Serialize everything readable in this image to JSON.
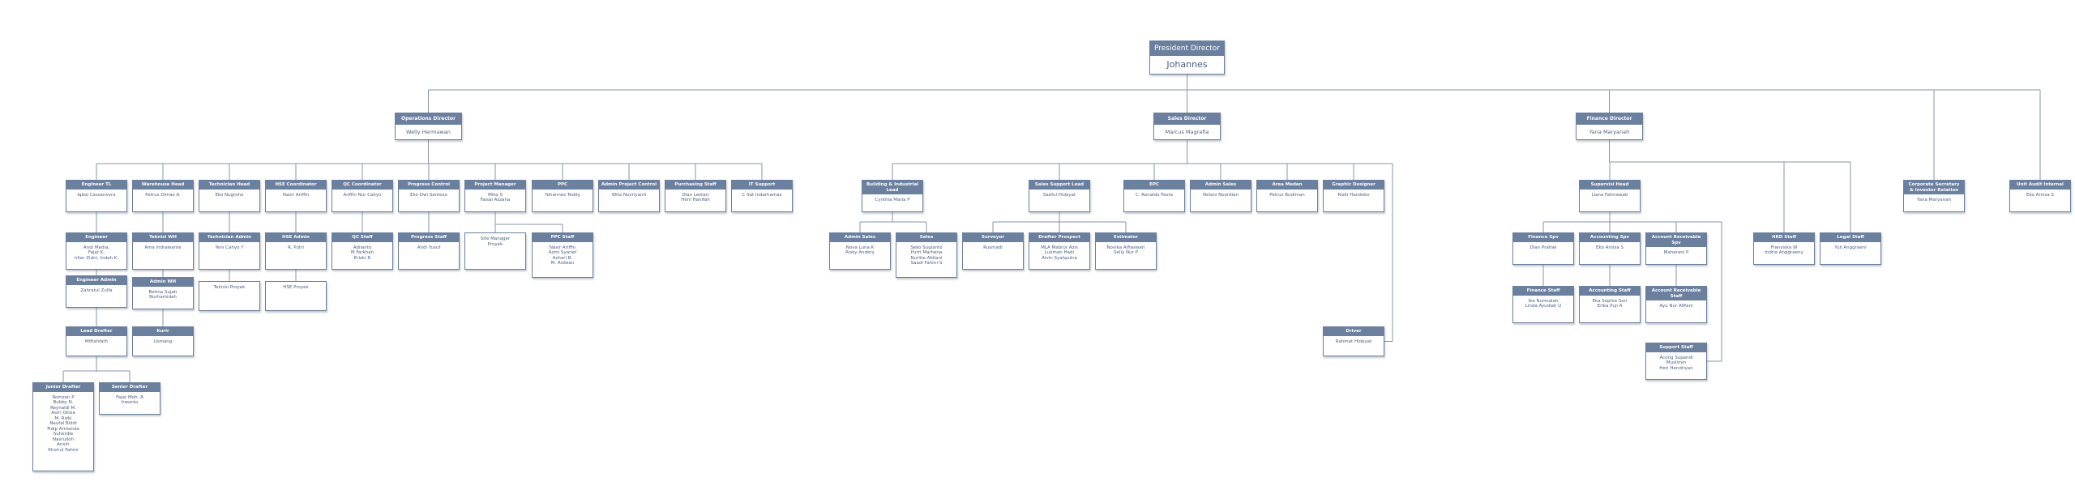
{
  "org": {
    "nodes": [
      {
        "id": "president",
        "role": "President Director",
        "person": "Johannes"
      },
      {
        "id": "ops_dir",
        "role": "Operations Director",
        "person": "Welly Hermawan"
      },
      {
        "id": "sales_dir",
        "role": "Sales Director",
        "person": "Marcus Magrafia"
      },
      {
        "id": "fin_dir",
        "role": "Finance Director",
        "person": "Yana Maryanah"
      },
      {
        "id": "corp_sec",
        "role": "Corporate Secretary\n& Investor Relation",
        "person": "Yana Maryanah"
      },
      {
        "id": "audit",
        "role": "Unit Audit Internal",
        "person": "Eko Arnisa S"
      },
      {
        "id": "eng_tl",
        "role": "Engineer TL",
        "person": "Iqbal Cassanovra"
      },
      {
        "id": "wh_head",
        "role": "Warehouse Head",
        "person": "Petrus Dimas A."
      },
      {
        "id": "tech_head",
        "role": "Technician Head",
        "person": "Eko Nugroho"
      },
      {
        "id": "hse_coord",
        "role": "HSE Coordinator",
        "person": "Nasir Ariffin"
      },
      {
        "id": "qc_coord",
        "role": "QC Coordinator",
        "person": "Ariffin Nur Cahyo"
      },
      {
        "id": "prog_ctrl",
        "role": "Progress Control",
        "person": "Eko Dwi Santoso"
      },
      {
        "id": "proj_mgr",
        "role": "Project Manager",
        "person": "Miko S\nFaisal Azzaha"
      },
      {
        "id": "ppc",
        "role": "PPC",
        "person": "Yohannes Teddy"
      },
      {
        "id": "admin_pc",
        "role": "Admin Project Control",
        "person": "Wita Novriyanti"
      },
      {
        "id": "purch_staff",
        "role": "Purchasing Staff",
        "person": "Dian Lestari\nHeni Hanifah"
      },
      {
        "id": "it_support",
        "role": "IT Support",
        "person": "C Sat Indarhamas"
      },
      {
        "id": "engineer",
        "role": "Engineer",
        "person": "Andi Media,\nFajar K,\nIrfan Zidni, Indah K."
      },
      {
        "id": "eng_admin",
        "role": "Engineer Admin",
        "person": "Zahratul Zulfa"
      },
      {
        "id": "lead_drafter",
        "role": "Lead Drafter",
        "person": "Miftahfath"
      },
      {
        "id": "junior_drafter",
        "role": "Junior Drafter",
        "person": "Romzan P\nBubby N.\nReynaldi M.\nAstri Oksia\nM. Rizki\nNaufal Biddi\nFidip Armanda\nSuherdie\nNasrulloh\nAnsiri\nKhoirul Fahmi"
      },
      {
        "id": "senior_drafter",
        "role": "Senior Drafter",
        "person": "Fajar Moh. A\nIrwanto"
      },
      {
        "id": "teknisi_wh",
        "role": "Teknisi WH",
        "person": "Ama Indrawante"
      },
      {
        "id": "admin_wh",
        "role": "Admin WH",
        "person": "Betina Sujati\nNurhamidah"
      },
      {
        "id": "kurir",
        "role": "Kurir",
        "person": "Usmang"
      },
      {
        "id": "tech_admin",
        "role": "Technician Admin",
        "person": "Yeni Cahyo Y"
      },
      {
        "id": "teknisi_proyek",
        "role": "",
        "person": "Teknisi Proyek"
      },
      {
        "id": "hse_admin",
        "role": "HSE Admin",
        "person": "R. Putri"
      },
      {
        "id": "hse_proyek",
        "role": "",
        "person": "HSE Proyek"
      },
      {
        "id": "qc_staff",
        "role": "QC Staff",
        "person": "Adiianto\nM Farkhan\nErizki R"
      },
      {
        "id": "progress_staff",
        "role": "Progress Staff",
        "person": "Andi Yusuf"
      },
      {
        "id": "site_mgr",
        "role": "",
        "person": "Site Manager\nProyek"
      },
      {
        "id": "ppc_staff",
        "role": "PPC Staff",
        "person": "Nasir Ariffin\nAzmi Syarief\nAzhari B.\nM. Ridwan"
      },
      {
        "id": "bldg_lead",
        "role": "Building & Industrial\nLead",
        "person": "Cynthia Maria P"
      },
      {
        "id": "sales_support",
        "role": "Sales Support Lead",
        "person": "Saeful Hidayat"
      },
      {
        "id": "epc",
        "role": "EPC",
        "person": "C. Ronaldo Pasta"
      },
      {
        "id": "admin_sales",
        "role": "Admin Sales",
        "person": "Nelani Noordian"
      },
      {
        "id": "area_medan",
        "role": "Area Medan",
        "person": "Petrus Budiman"
      },
      {
        "id": "graphic",
        "role": "Graphic Designer",
        "person": "Rizki Handoko"
      },
      {
        "id": "admin_sales2",
        "role": "Admin Sales",
        "person": "Nova Luna K\nRisky Andery"
      },
      {
        "id": "sales",
        "role": "Sales",
        "person": "Seko Sugianto\nPutri Marhena\nNurlita Afdiani\nSaadi Fahmi S"
      },
      {
        "id": "surveyor",
        "role": "Surveyor",
        "person": "Rusmadi"
      },
      {
        "id": "drafter_prospect",
        "role": "Drafter Prospect",
        "person": "MLA Mabrur Azis\nLukman Hadi\nAlvin Syahputra"
      },
      {
        "id": "estimator",
        "role": "Estimator",
        "person": "Novika Alfiaswari\nSelly Nur P"
      },
      {
        "id": "driver",
        "role": "Driver",
        "person": "Rahmat Hidayat"
      },
      {
        "id": "supervisi_head",
        "role": "Supervisi Head",
        "person": "Liana Fatmawati"
      },
      {
        "id": "hrd_staff",
        "role": "HRD Staff",
        "person": "Fransiska W\nIndria Anggraeny"
      },
      {
        "id": "legal_staff",
        "role": "Legal Staff",
        "person": "Yuli Anggraeni"
      },
      {
        "id": "fin_spv",
        "role": "Finance Spv",
        "person": "Dian Pratiwi"
      },
      {
        "id": "acct_spv",
        "role": "Accounting Spv",
        "person": "Eko Arnisa S"
      },
      {
        "id": "ar_spv",
        "role": "Account Receivable Spv",
        "person": "Maharani P"
      },
      {
        "id": "fin_staff",
        "role": "Finance Staff",
        "person": "Ika Nurmalah\nLinda Ayudiah U"
      },
      {
        "id": "acct_staff",
        "role": "Accounting Staff",
        "person": "Eka Sophia Sari\nErika Puji A"
      },
      {
        "id": "ar_staff",
        "role": "Account Receivable\nStaff",
        "person": "Ayu Nur Afifani"
      },
      {
        "id": "support_staff",
        "role": "Support Staff",
        "person": "Acong Supandi\nMuslimin\nHeri Hendriyan"
      }
    ],
    "links": [
      [
        "president",
        "ops_dir"
      ],
      [
        "president",
        "sales_dir"
      ],
      [
        "president",
        "fin_dir"
      ],
      [
        "president",
        "corp_sec"
      ],
      [
        "president",
        "audit"
      ],
      [
        "ops_dir",
        "eng_tl"
      ],
      [
        "ops_dir",
        "wh_head"
      ],
      [
        "ops_dir",
        "tech_head"
      ],
      [
        "ops_dir",
        "hse_coord"
      ],
      [
        "ops_dir",
        "qc_coord"
      ],
      [
        "ops_dir",
        "prog_ctrl"
      ],
      [
        "ops_dir",
        "proj_mgr"
      ],
      [
        "ops_dir",
        "ppc"
      ],
      [
        "ops_dir",
        "admin_pc"
      ],
      [
        "ops_dir",
        "purch_staff"
      ],
      [
        "ops_dir",
        "it_support"
      ],
      [
        "eng_tl",
        "engineer"
      ],
      [
        "engineer",
        "eng_admin"
      ],
      [
        "eng_admin",
        "lead_drafter"
      ],
      [
        "lead_drafter",
        "junior_drafter"
      ],
      [
        "lead_drafter",
        "senior_drafter"
      ],
      [
        "wh_head",
        "teknisi_wh"
      ],
      [
        "teknisi_wh",
        "admin_wh"
      ],
      [
        "admin_wh",
        "kurir"
      ],
      [
        "tech_head",
        "tech_admin"
      ],
      [
        "tech_admin",
        "teknisi_proyek"
      ],
      [
        "hse_coord",
        "hse_admin"
      ],
      [
        "hse_admin",
        "hse_proyek"
      ],
      [
        "qc_coord",
        "qc_staff"
      ],
      [
        "prog_ctrl",
        "progress_staff"
      ],
      [
        "proj_mgr",
        "site_mgr"
      ],
      [
        "proj_mgr",
        "ppc_staff"
      ],
      [
        "sales_dir",
        "bldg_lead"
      ],
      [
        "sales_dir",
        "sales_support"
      ],
      [
        "sales_dir",
        "epc"
      ],
      [
        "sales_dir",
        "admin_sales"
      ],
      [
        "sales_dir",
        "area_medan"
      ],
      [
        "sales_dir",
        "graphic"
      ],
      [
        "sales_dir",
        "driver"
      ],
      [
        "bldg_lead",
        "admin_sales2"
      ],
      [
        "bldg_lead",
        "sales"
      ],
      [
        "sales_support",
        "surveyor"
      ],
      [
        "sales_support",
        "drafter_prospect"
      ],
      [
        "sales_support",
        "estimator"
      ],
      [
        "fin_dir",
        "supervisi_head"
      ],
      [
        "fin_dir",
        "hrd_staff"
      ],
      [
        "fin_dir",
        "legal_staff"
      ],
      [
        "supervisi_head",
        "fin_spv"
      ],
      [
        "supervisi_head",
        "acct_spv"
      ],
      [
        "supervisi_head",
        "ar_spv"
      ],
      [
        "supervisi_head",
        "support_staff"
      ],
      [
        "fin_spv",
        "fin_staff"
      ],
      [
        "acct_spv",
        "acct_staff"
      ],
      [
        "ar_spv",
        "ar_staff"
      ]
    ]
  },
  "colors": {
    "header": "#6b7f9e",
    "line": "#8a94a6",
    "text": "#4a5d7e"
  }
}
